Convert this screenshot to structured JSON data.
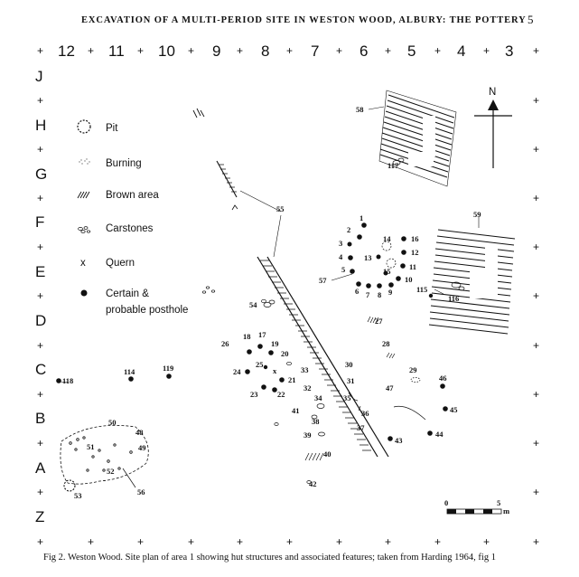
{
  "header": {
    "title": "EXCAVATION OF A MULTI-PERIOD SITE IN WESTON WOOD, ALBURY: THE POTTERY",
    "page_number": "5"
  },
  "caption": "Fig 2.   Weston Wood. Site plan of area 1 showing hut structures and associated features; taken from Harding 1964, fig 1",
  "grid": {
    "columns": [
      "12",
      "11",
      "10",
      "9",
      "8",
      "7",
      "6",
      "5",
      "4",
      "3"
    ],
    "rows": [
      "J",
      "H",
      "G",
      "F",
      "E",
      "D",
      "C",
      "B",
      "A",
      "Z"
    ]
  },
  "legend": [
    {
      "key": "pit",
      "label": "Pit"
    },
    {
      "key": "burning",
      "label": "Burning"
    },
    {
      "key": "brown",
      "label": "Brown area"
    },
    {
      "key": "carstones",
      "label": "Carstones"
    },
    {
      "key": "quern",
      "label": "Quern"
    },
    {
      "key": "posthole",
      "label": "Certain &"
    },
    {
      "key": "posthole2",
      "label": "probable posthole"
    }
  ],
  "north_label": "N",
  "scale": {
    "start": "0",
    "end": "5",
    "unit": "m"
  },
  "quern_symbol": "x",
  "features": [
    "1",
    "2",
    "3",
    "4",
    "5",
    "6",
    "7",
    "8",
    "9",
    "10",
    "11",
    "12",
    "13",
    "14",
    "15",
    "16",
    "17",
    "18",
    "19",
    "20",
    "21",
    "22",
    "23",
    "24",
    "25",
    "26",
    "27",
    "28",
    "29",
    "30",
    "31",
    "32",
    "33",
    "34",
    "35",
    "36",
    "37",
    "38",
    "39",
    "40",
    "41",
    "42",
    "43",
    "44",
    "45",
    "46",
    "47",
    "48",
    "49",
    "50",
    "51",
    "52",
    "53",
    "54",
    "55",
    "56",
    "57",
    "58",
    "59",
    "114",
    "115",
    "116",
    "117",
    "118",
    "119"
  ]
}
